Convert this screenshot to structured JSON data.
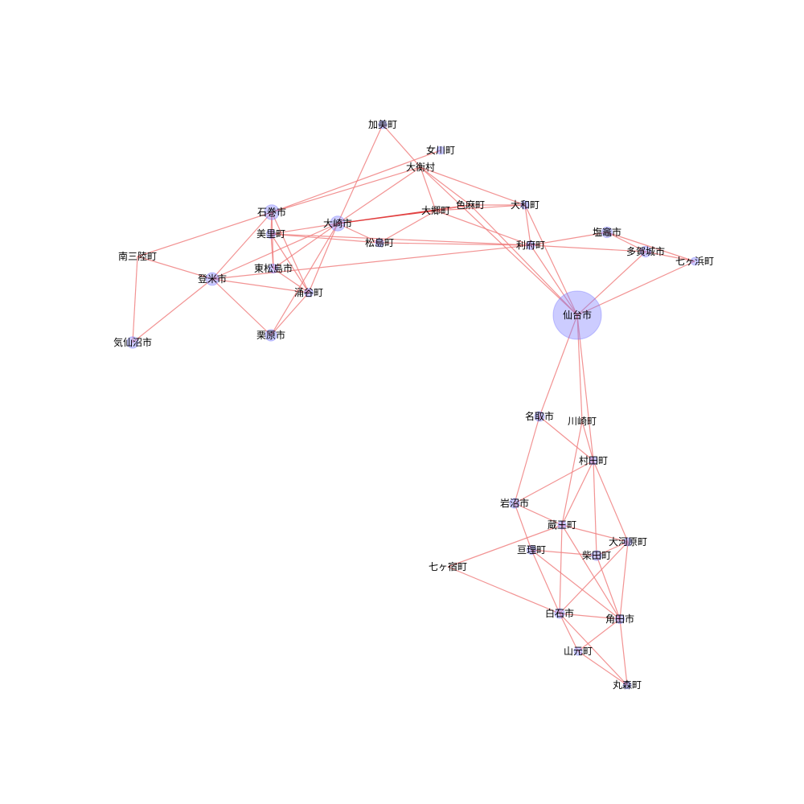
{
  "colors": {
    "edge": "#f08080",
    "edge_strong": "#e03c3c",
    "node_fill": "#8080ff",
    "node_stroke": "#6060ff",
    "label": "#000000"
  },
  "nodes": [
    {
      "id": "sendai",
      "label": "仙台市",
      "weight": 10
    },
    {
      "id": "ishinomaki",
      "label": "石巻市",
      "weight": 2
    },
    {
      "id": "osaki",
      "label": "大崎市",
      "weight": 2
    },
    {
      "id": "tome",
      "label": "登米市",
      "weight": 1.5
    },
    {
      "id": "kurihara",
      "label": "栗原市",
      "weight": 1.2
    },
    {
      "id": "kesennuma",
      "label": "気仙沼市",
      "weight": 1.2
    },
    {
      "id": "minamisanriku",
      "label": "南三陸町",
      "weight": 0
    },
    {
      "id": "misato",
      "label": "美里町",
      "weight": 0.6
    },
    {
      "id": "higashimatsushima",
      "label": "東松島市",
      "weight": 0.6
    },
    {
      "id": "wakuya",
      "label": "涌谷町",
      "weight": 0.5
    },
    {
      "id": "kami",
      "label": "加美町",
      "weight": 0.4
    },
    {
      "id": "onagawa",
      "label": "女川町",
      "weight": 0.3
    },
    {
      "id": "ohira",
      "label": "大衡村",
      "weight": 0
    },
    {
      "id": "osato",
      "label": "大郷町",
      "weight": 0
    },
    {
      "id": "shikama",
      "label": "色麻町",
      "weight": 0
    },
    {
      "id": "taiwa",
      "label": "大和町",
      "weight": 0.4
    },
    {
      "id": "matsushima",
      "label": "松島町",
      "weight": 0.4
    },
    {
      "id": "rifu",
      "label": "利府町",
      "weight": 0.5
    },
    {
      "id": "shiogama",
      "label": "塩竈市",
      "weight": 1
    },
    {
      "id": "tagajo",
      "label": "多賀城市",
      "weight": 1
    },
    {
      "id": "shichigahama",
      "label": "七ヶ浜町",
      "weight": 0.3
    },
    {
      "id": "natori",
      "label": "名取市",
      "weight": 0.8
    },
    {
      "id": "kawasaki",
      "label": "川崎町",
      "weight": 0
    },
    {
      "id": "murata",
      "label": "村田町",
      "weight": 0.4
    },
    {
      "id": "iwanuma",
      "label": "岩沼市",
      "weight": 0.8
    },
    {
      "id": "zao",
      "label": "蔵王町",
      "weight": 0.4
    },
    {
      "id": "ogawara",
      "label": "大河原町",
      "weight": 0.4
    },
    {
      "id": "watari",
      "label": "亘理町",
      "weight": 0.6
    },
    {
      "id": "shibata",
      "label": "柴田町",
      "weight": 0.8
    },
    {
      "id": "shichikashuku",
      "label": "七ヶ宿町",
      "weight": 0
    },
    {
      "id": "shiroishi",
      "label": "白石市",
      "weight": 0.8
    },
    {
      "id": "kakuda",
      "label": "角田市",
      "weight": 0.6
    },
    {
      "id": "yamamoto",
      "label": "山元町",
      "weight": 0.4
    },
    {
      "id": "marumori",
      "label": "丸森町",
      "weight": 0.3
    }
  ],
  "edges": [
    [
      "kami",
      "osaki"
    ],
    [
      "kami",
      "ohira"
    ],
    [
      "onagawa",
      "ishinomaki"
    ],
    [
      "ohira",
      "osaki"
    ],
    [
      "ohira",
      "osato"
    ],
    [
      "ohira",
      "taiwa"
    ],
    [
      "ohira",
      "sendai"
    ],
    [
      "ohira",
      "ishinomaki"
    ],
    [
      "ohira",
      "shikama"
    ],
    [
      "ishinomaki",
      "minamisanriku"
    ],
    [
      "ishinomaki",
      "misato"
    ],
    [
      "ishinomaki",
      "higashimatsushima"
    ],
    [
      "ishinomaki",
      "wakuya"
    ],
    [
      "ishinomaki",
      "tome"
    ],
    [
      "osaki",
      "osato",
      "strong"
    ],
    [
      "osaki",
      "misato"
    ],
    [
      "osaki",
      "wakuya"
    ],
    [
      "osaki",
      "tome"
    ],
    [
      "osaki",
      "matsushima"
    ],
    [
      "osaki",
      "kurihara"
    ],
    [
      "osaki",
      "shikama",
      "strong"
    ],
    [
      "osaki",
      "higashimatsushima"
    ],
    [
      "misato",
      "higashimatsushima"
    ],
    [
      "misato",
      "wakuya"
    ],
    [
      "misato",
      "matsushima"
    ],
    [
      "misato",
      "rifu"
    ],
    [
      "minamisanriku",
      "tome"
    ],
    [
      "minamisanriku",
      "kesennuma"
    ],
    [
      "tome",
      "kesennuma"
    ],
    [
      "tome",
      "kurihara"
    ],
    [
      "tome",
      "wakuya"
    ],
    [
      "tome",
      "rifu"
    ],
    [
      "kurihara",
      "wakuya"
    ],
    [
      "higashimatsushima",
      "wakuya"
    ],
    [
      "osato",
      "matsushima"
    ],
    [
      "osato",
      "rifu"
    ],
    [
      "osato",
      "taiwa"
    ],
    [
      "osato",
      "shikama"
    ],
    [
      "shikama",
      "taiwa"
    ],
    [
      "shikama",
      "sendai"
    ],
    [
      "taiwa",
      "rifu"
    ],
    [
      "taiwa",
      "sendai"
    ],
    [
      "matsushima",
      "rifu"
    ],
    [
      "rifu",
      "shiogama"
    ],
    [
      "rifu",
      "tagajo"
    ],
    [
      "rifu",
      "sendai"
    ],
    [
      "shiogama",
      "tagajo"
    ],
    [
      "shiogama",
      "shichigahama"
    ],
    [
      "tagajo",
      "shichigahama"
    ],
    [
      "tagajo",
      "sendai"
    ],
    [
      "shichigahama",
      "sendai"
    ],
    [
      "sendai",
      "natori"
    ],
    [
      "sendai",
      "kawasaki"
    ],
    [
      "sendai",
      "murata"
    ],
    [
      "natori",
      "murata"
    ],
    [
      "natori",
      "iwanuma"
    ],
    [
      "kawasaki",
      "murata"
    ],
    [
      "kawasaki",
      "zao"
    ],
    [
      "murata",
      "iwanuma"
    ],
    [
      "murata",
      "zao"
    ],
    [
      "murata",
      "ogawara"
    ],
    [
      "murata",
      "shibata"
    ],
    [
      "iwanuma",
      "watari"
    ],
    [
      "iwanuma",
      "zao"
    ],
    [
      "zao",
      "shichikashuku"
    ],
    [
      "zao",
      "shiroishi"
    ],
    [
      "zao",
      "ogawara"
    ],
    [
      "zao",
      "kakuda"
    ],
    [
      "watari",
      "shibata"
    ],
    [
      "watari",
      "kakuda"
    ],
    [
      "watari",
      "shiroishi"
    ],
    [
      "shibata",
      "ogawara"
    ],
    [
      "shibata",
      "kakuda"
    ],
    [
      "ogawara",
      "shiroishi"
    ],
    [
      "ogawara",
      "kakuda"
    ],
    [
      "shichikashuku",
      "shiroishi"
    ],
    [
      "shiroishi",
      "kakuda"
    ],
    [
      "shiroishi",
      "yamamoto"
    ],
    [
      "shiroishi",
      "marumori"
    ],
    [
      "kakuda",
      "yamamoto"
    ],
    [
      "kakuda",
      "marumori"
    ],
    [
      "yamamoto",
      "marumori"
    ]
  ]
}
